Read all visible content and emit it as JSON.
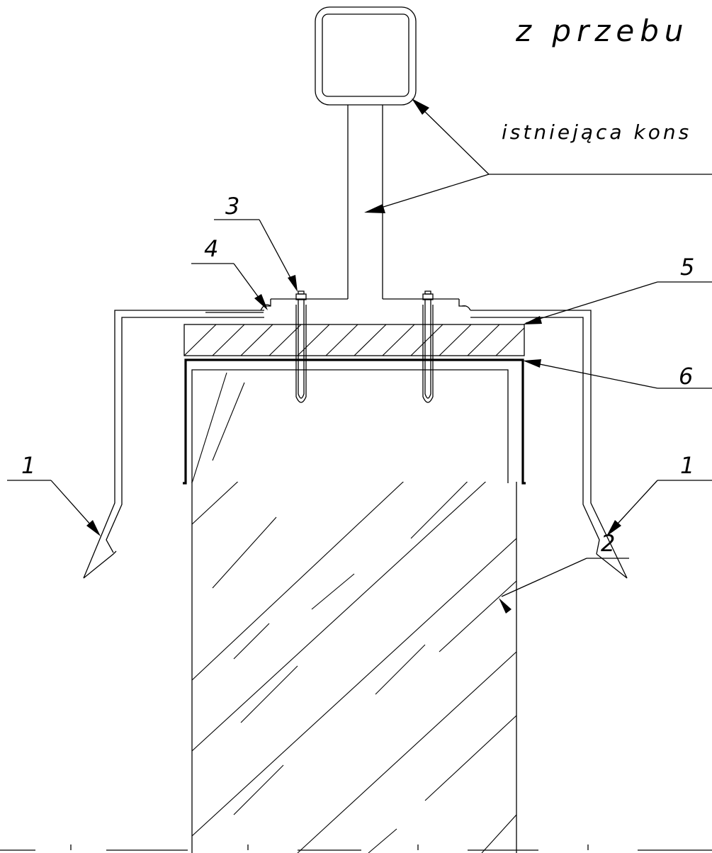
{
  "drawing": {
    "title_fragment": "z przebu",
    "callout_existing": "istniejąca kons",
    "labels": {
      "l1_left": "1",
      "l1_right": "1",
      "l2": "2",
      "l3": "3",
      "l4": "4",
      "l5": "5",
      "l6": "6"
    }
  }
}
